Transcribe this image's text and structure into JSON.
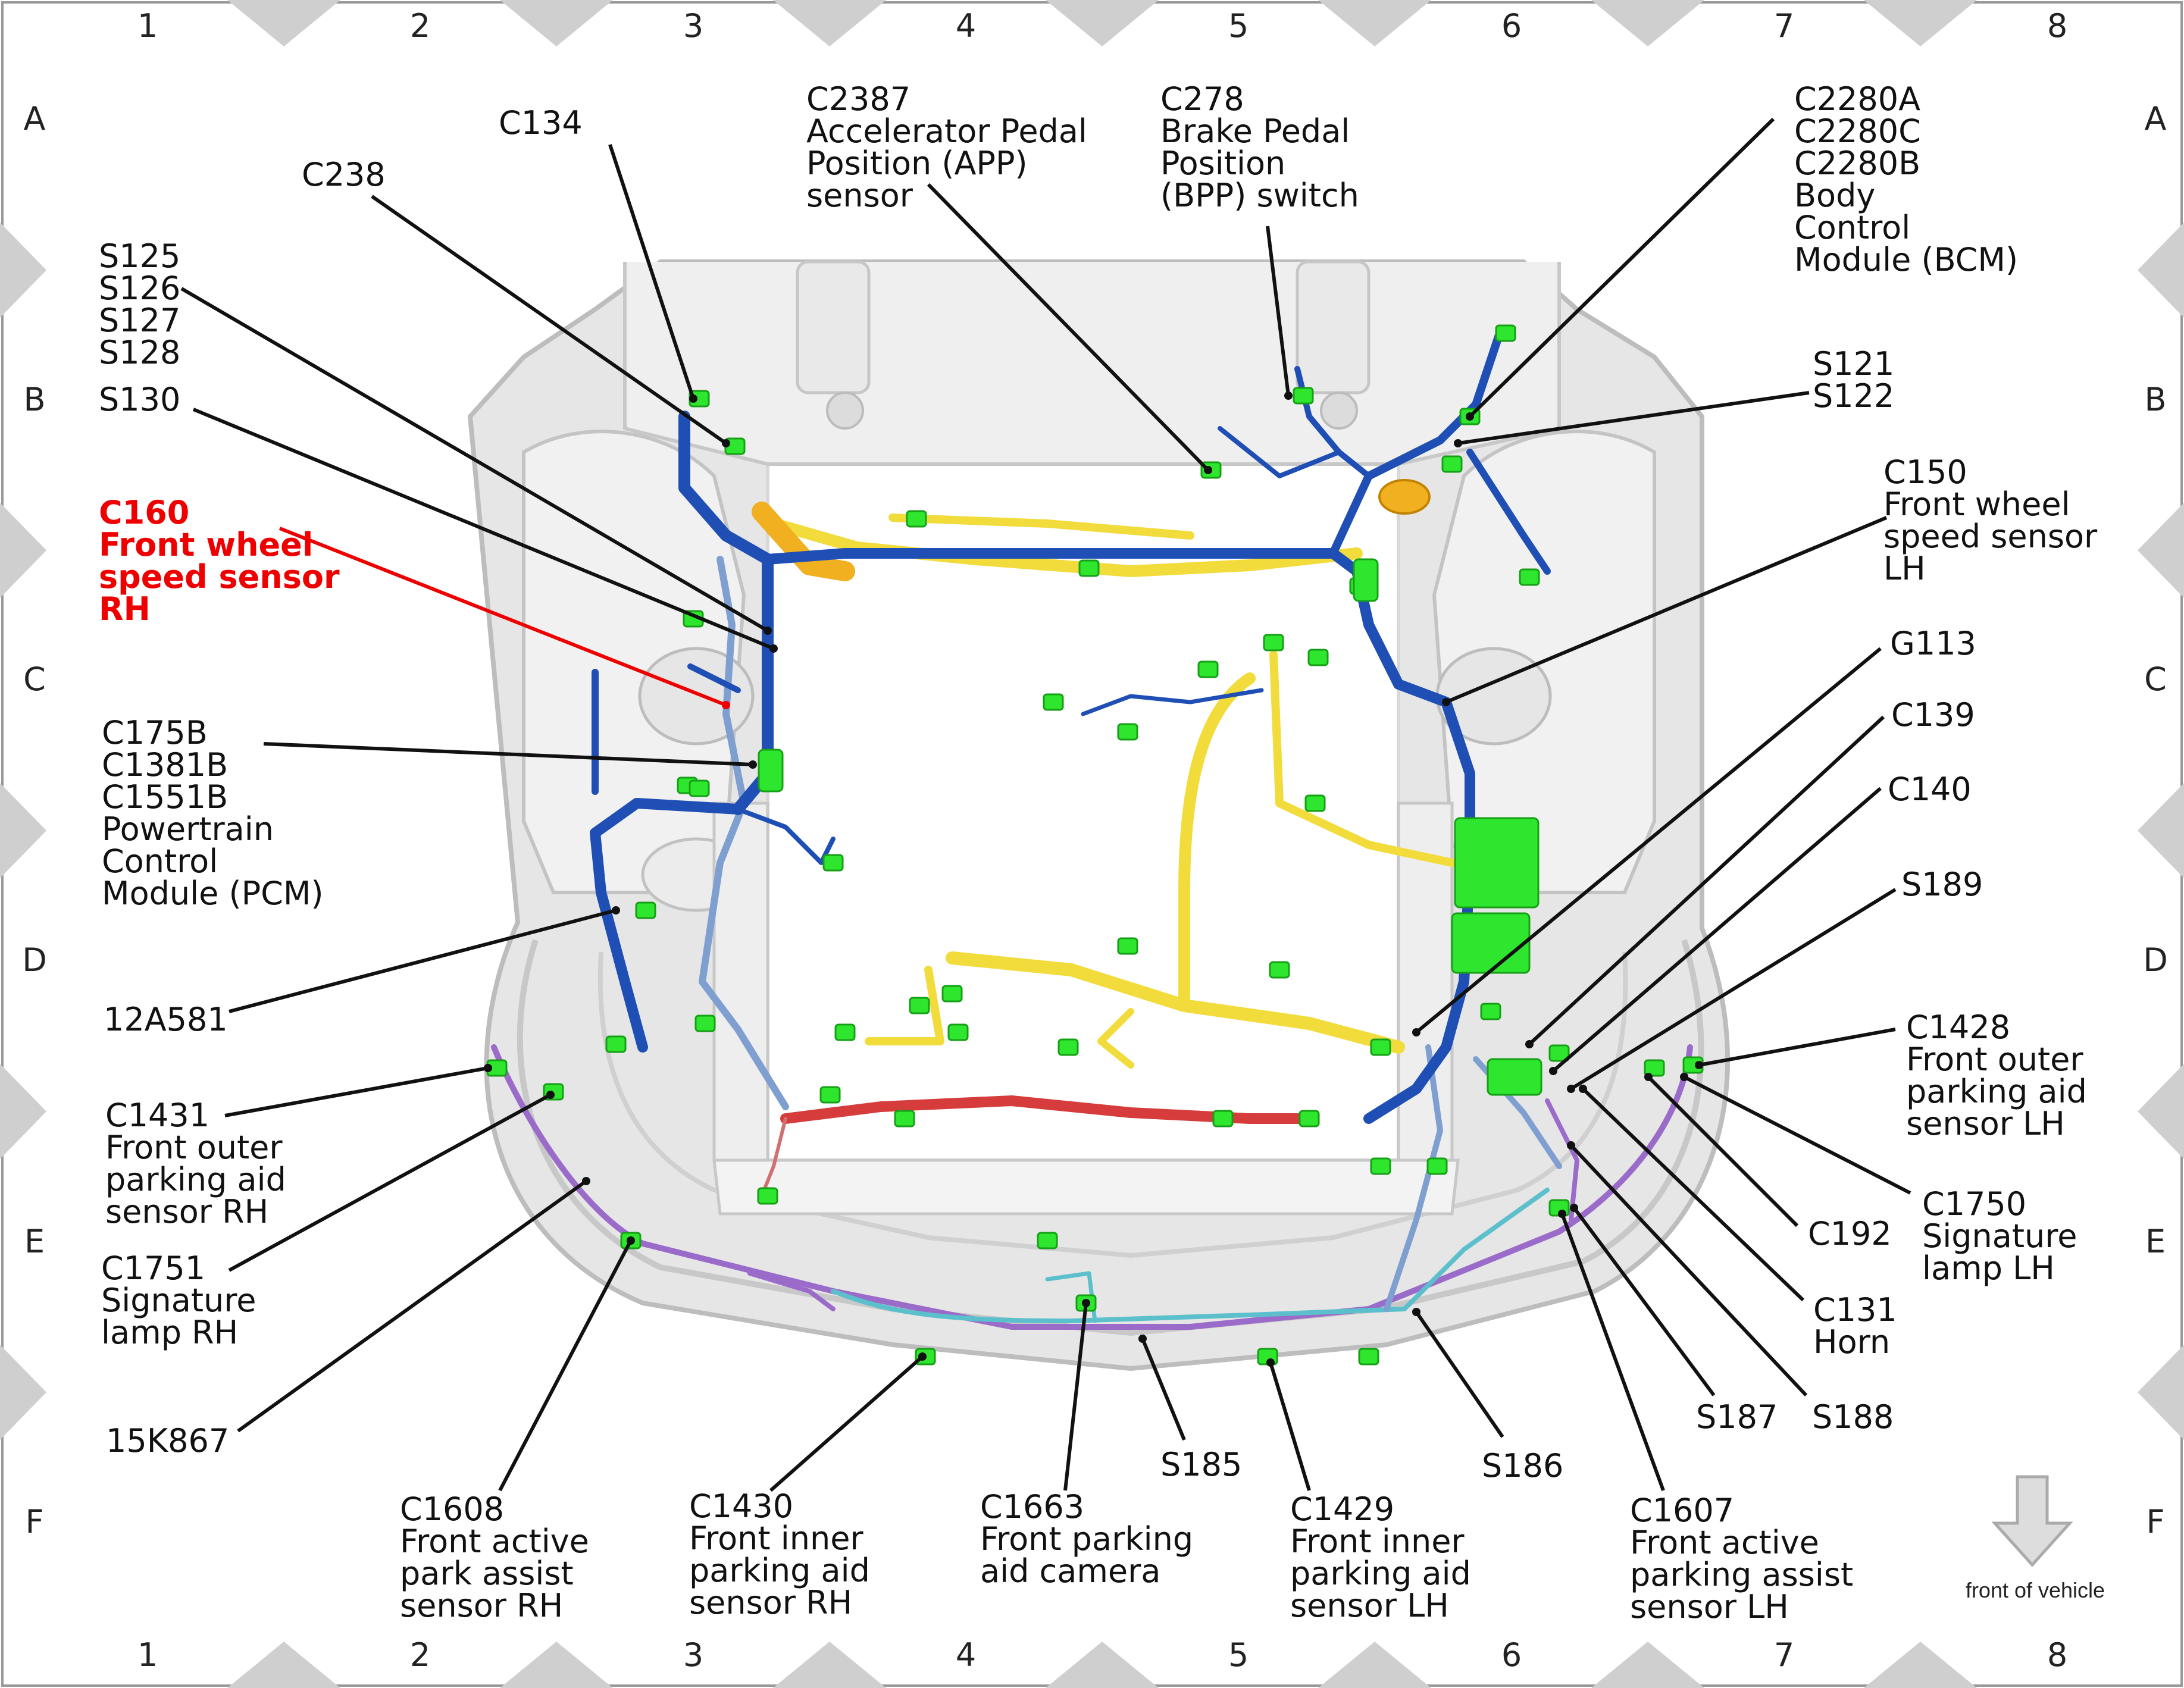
{
  "grid": {
    "columns": [
      "1",
      "2",
      "3",
      "4",
      "5",
      "6",
      "7",
      "8"
    ],
    "rows": [
      "A",
      "B",
      "C",
      "D",
      "E",
      "F"
    ]
  },
  "callouts": [
    {
      "id": "c134",
      "lines": [
        "C134"
      ]
    },
    {
      "id": "c238",
      "lines": [
        "C238"
      ]
    },
    {
      "id": "s125",
      "lines": [
        "S125",
        "S126",
        "S127",
        "S128"
      ]
    },
    {
      "id": "s130",
      "lines": [
        "S130"
      ]
    },
    {
      "id": "c160",
      "lines": [
        "C160",
        "Front wheel",
        "speed sensor",
        "RH"
      ],
      "color": "#ee0000"
    },
    {
      "id": "c175b",
      "lines": [
        "C175B",
        "C1381B",
        "C1551B",
        "Powertrain",
        "Control",
        "Module (PCM)"
      ]
    },
    {
      "id": "12a581",
      "lines": [
        "12A581"
      ]
    },
    {
      "id": "c1431",
      "lines": [
        "C1431",
        "Front outer",
        "parking aid",
        "sensor RH"
      ]
    },
    {
      "id": "c1751",
      "lines": [
        "C1751",
        "Signature",
        "lamp RH"
      ]
    },
    {
      "id": "15k867",
      "lines": [
        "15K867"
      ]
    },
    {
      "id": "c1608",
      "lines": [
        "C1608",
        "Front active",
        "park assist",
        "sensor RH"
      ]
    },
    {
      "id": "c1430",
      "lines": [
        "C1430",
        "Front inner",
        "parking aid",
        "sensor RH"
      ]
    },
    {
      "id": "c1663",
      "lines": [
        "C1663",
        "Front parking",
        "aid camera"
      ]
    },
    {
      "id": "s185",
      "lines": [
        "S185"
      ]
    },
    {
      "id": "c1429",
      "lines": [
        "C1429",
        "Front inner",
        "parking aid",
        "sensor LH"
      ]
    },
    {
      "id": "s186",
      "lines": [
        "S186"
      ]
    },
    {
      "id": "c1607",
      "lines": [
        "C1607",
        "Front active",
        "parking assist",
        "sensor LH"
      ]
    },
    {
      "id": "s187",
      "lines": [
        "S187"
      ]
    },
    {
      "id": "s188",
      "lines": [
        "S188"
      ]
    },
    {
      "id": "c131",
      "lines": [
        "C131",
        "Horn"
      ]
    },
    {
      "id": "c192",
      "lines": [
        "C192"
      ]
    },
    {
      "id": "c1750",
      "lines": [
        "C1750",
        "Signature",
        "lamp LH"
      ]
    },
    {
      "id": "c1428",
      "lines": [
        "C1428",
        "Front outer",
        "parking aid",
        "sensor LH"
      ]
    },
    {
      "id": "s189",
      "lines": [
        "S189"
      ]
    },
    {
      "id": "c140",
      "lines": [
        "C140"
      ]
    },
    {
      "id": "c139",
      "lines": [
        "C139"
      ]
    },
    {
      "id": "g113",
      "lines": [
        "G113"
      ]
    },
    {
      "id": "c150",
      "lines": [
        "C150",
        "Front wheel",
        "speed sensor",
        "LH"
      ]
    },
    {
      "id": "s121",
      "lines": [
        "S121",
        "S122"
      ]
    },
    {
      "id": "c2280",
      "lines": [
        "C2280A",
        "C2280C",
        "C2280B",
        "Body",
        "Control",
        "Module (BCM)"
      ]
    },
    {
      "id": "c278",
      "lines": [
        "C278",
        "Brake Pedal",
        "Position",
        "(BPP) switch"
      ]
    },
    {
      "id": "c2387",
      "lines": [
        "C2387",
        "Accelerator Pedal",
        "Position (APP)",
        "sensor"
      ]
    }
  ],
  "front_note": "front of vehicle",
  "colors": {
    "harness_main": "#1f4fb5",
    "harness_light": "#7f9fd0",
    "harness_yellow": "#f2dc3c",
    "harness_red": "#d63c3c",
    "harness_purple": "#9b6bc9",
    "harness_cyan": "#5cc0cc",
    "connector": "#2ee62e",
    "body": "#e4e4e4",
    "highlight_label": "#ee0000"
  }
}
